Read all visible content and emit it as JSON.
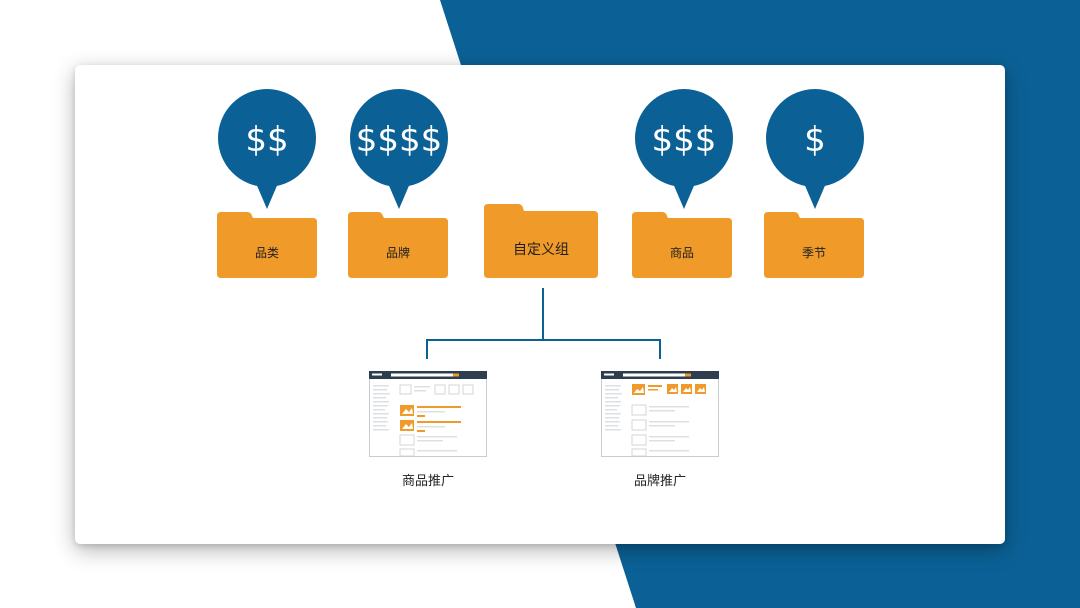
{
  "colors": {
    "blue": "#0b6196",
    "orange": "#f09a29",
    "line": "#0b6196",
    "thumb_header": "#2f3e4e"
  },
  "folders": [
    {
      "label": "品类",
      "price": "$$"
    },
    {
      "label": "品牌",
      "price": "$$$$"
    },
    {
      "label": "自定义组",
      "price": ""
    },
    {
      "label": "商品",
      "price": "$$$"
    },
    {
      "label": "季节",
      "price": "$"
    }
  ],
  "pages": [
    {
      "label": "商品推广"
    },
    {
      "label": "品牌推广"
    }
  ]
}
